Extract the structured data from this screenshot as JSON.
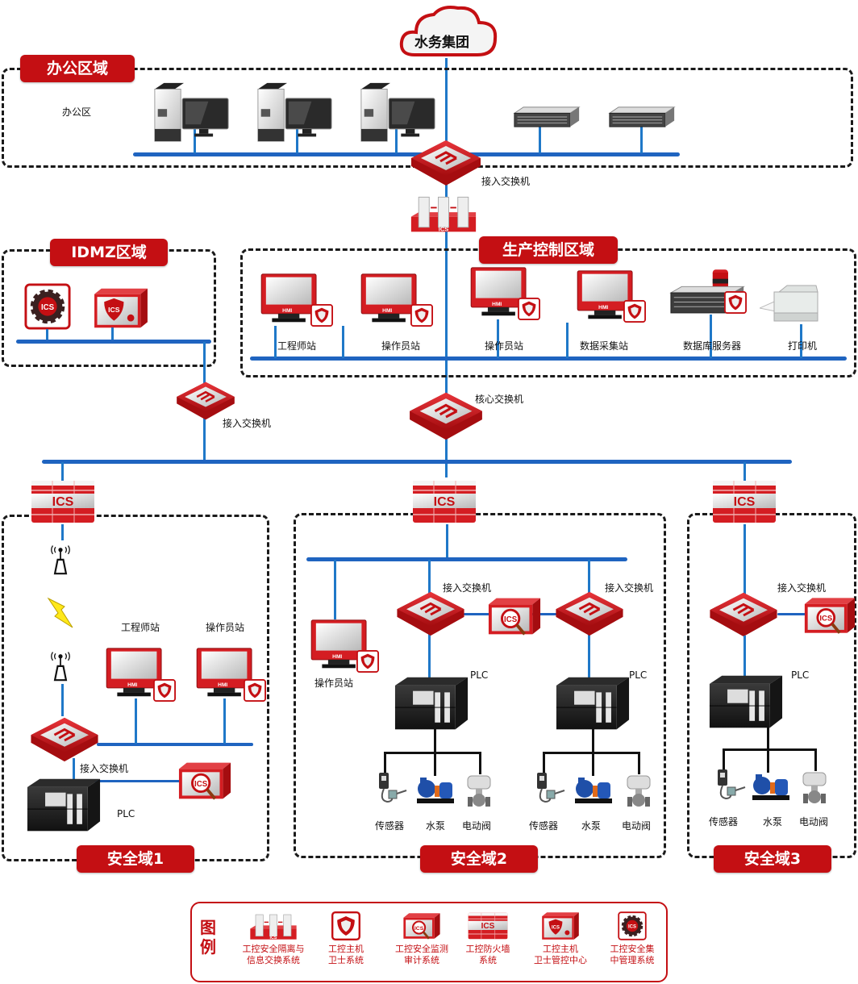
{
  "cloud": {
    "label": "水务集团"
  },
  "zones": {
    "office": {
      "title": "办公区域",
      "sublabel": "办公区",
      "switch_label": "接入交换机"
    },
    "idmz": {
      "title": "IDMZ区域",
      "switch_label": "接入交换机"
    },
    "production": {
      "title": "生产控制区域",
      "devices": [
        {
          "label": "工程师站",
          "type": "hmi"
        },
        {
          "label": "操作员站",
          "type": "hmi"
        },
        {
          "label": "操作员站",
          "type": "hmi"
        },
        {
          "label": "数据采集站",
          "type": "hmi"
        },
        {
          "label": "数据库服务器",
          "type": "db-server"
        },
        {
          "label": "打印机",
          "type": "printer"
        }
      ],
      "core_switch_label": "核心交换机"
    },
    "security1": {
      "title": "安全域1",
      "eng_label": "工程师站",
      "op_label": "操作员站",
      "switch_label": "接入交换机",
      "plc_label": "PLC"
    },
    "security2": {
      "title": "安全域2",
      "op_label": "操作员站",
      "switch_labels": [
        "接入交换机",
        "接入交换机"
      ],
      "plc_labels": [
        "PLC",
        "PLC"
      ],
      "field_devices": [
        "传感器",
        "水泵",
        "电动阀"
      ]
    },
    "security3": {
      "title": "安全域3",
      "switch_label": "接入交换机",
      "plc_label": "PLC",
      "field_devices": [
        "传感器",
        "水泵",
        "电动阀"
      ]
    }
  },
  "ics_text": "ICS",
  "hmi_text": "HMI",
  "legend": {
    "title": "图例",
    "items": [
      {
        "icon": "isolation-gateway-icon",
        "line1": "工控安全隔离与",
        "line2": "信息交换系统"
      },
      {
        "icon": "host-guard-icon",
        "line1": "工控主机",
        "line2": "卫士系统"
      },
      {
        "icon": "audit-monitor-icon",
        "line1": "工控安全监测",
        "line2": "审计系统"
      },
      {
        "icon": "firewall-icon",
        "line1": "工控防火墙",
        "line2": "系统"
      },
      {
        "icon": "host-guard-center-icon",
        "line1": "工控主机",
        "line2": "卫士管控中心"
      },
      {
        "icon": "central-management-icon",
        "line1": "工控安全集",
        "line2": "中管理系统"
      }
    ]
  },
  "colors": {
    "brand_red": "#c40f13",
    "link_blue": "#1f64c0"
  }
}
